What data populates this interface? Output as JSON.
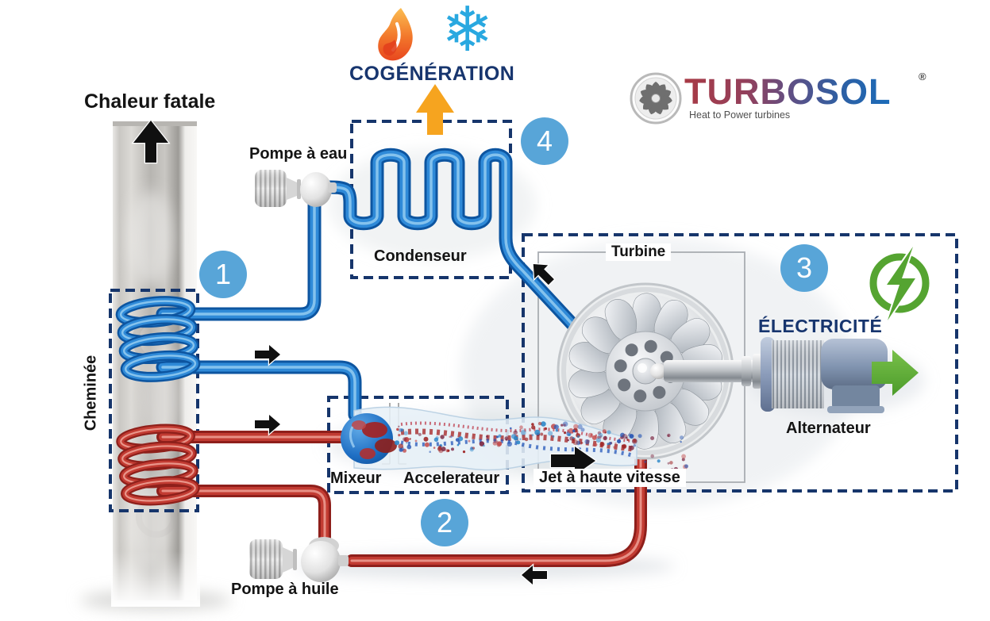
{
  "labels": {
    "chaleur_fatale": "Chaleur fatale",
    "cheminee": "Cheminée",
    "cogeneration": "COGÉNÉRATION",
    "pompe_a_eau": "Pompe à eau",
    "condenseur": "Condenseur",
    "turbine": "Turbine",
    "mixeur": "Mixeur",
    "accelerateur": "Accelerateur",
    "jet_haute_vitesse": "Jet à haute vitesse",
    "electricite": "ÉLECTRICITÉ",
    "alternateur": "Alternateur",
    "pompe_a_huile": "Pompe à huile"
  },
  "steps": {
    "s1": "1",
    "s2": "2",
    "s3": "3",
    "s4": "4"
  },
  "logo": {
    "brand": "TURBOSOL",
    "registered": "®",
    "tagline": "Heat to Power turbines"
  },
  "icons": {
    "flame": "flame-icon",
    "snowflake": "snowflake-icon",
    "snowflake_glyph": "❄",
    "green_power": "green-power-icon",
    "logo_fan": "turbine-fan-icon"
  },
  "colors": {
    "pipe_blue": "#2f8ad8",
    "pipe_red": "#c23b32",
    "dashed_box_navy": "#16356b",
    "step_circle_blue": "#58a5d8",
    "heading_navy": "#17356e",
    "accent_orange": "#f6a41f",
    "accent_green": "#55a431",
    "snowflake_blue": "#29a8e0"
  }
}
